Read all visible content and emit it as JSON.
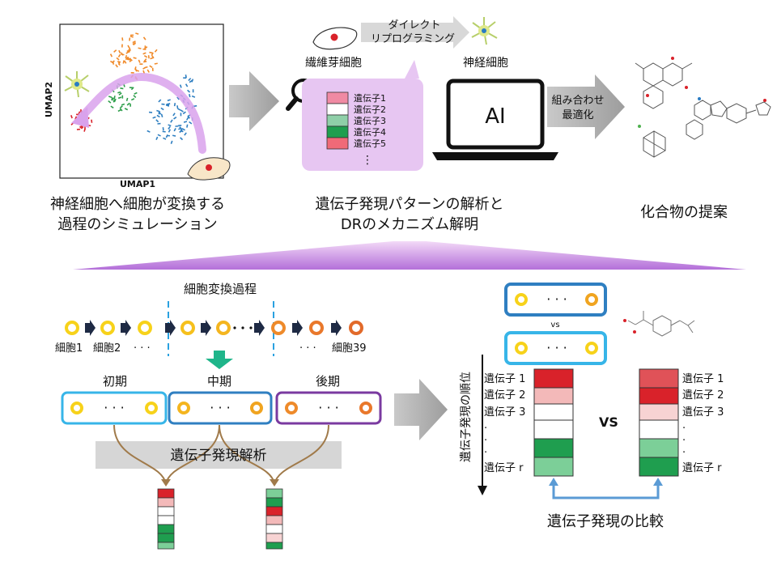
{
  "top": {
    "umap": {
      "ylabel": "UMAP2",
      "xlabel": "UMAP1"
    },
    "caption_left": [
      "神経細胞へ細胞が変換する",
      "過程のシミュレーション"
    ],
    "reprogramming": {
      "from_label": "繊維芽細胞",
      "arrow_text": [
        "ダイレクト",
        "リプログラミング"
      ],
      "to_label": "神経細胞"
    },
    "gene_list": [
      "遺伝子1",
      "遺伝子2",
      "遺伝子3",
      "遺伝子4",
      "遺伝子5"
    ],
    "gene_list_more": "⋮",
    "ai_label": "AI",
    "optimize_arrow": [
      "組み合わせ",
      "最適化"
    ],
    "caption_middle": [
      "遺伝子発現パターンの解析と",
      "DRのメカニズム解明"
    ],
    "caption_right": "化合物の提案"
  },
  "bottom": {
    "process_title": "細胞変換過程",
    "cell_start": "細胞1",
    "cell_second": "細胞2",
    "cell_dots": "· · ·",
    "cell_end_dots": "· · ·",
    "cell_end": "細胞39",
    "phases": [
      "初期",
      "中期",
      "後期"
    ],
    "group_dots": "· · ·",
    "analysis_label": "遺伝子発現解析",
    "rank_axis_label": "遺伝子発現の順位",
    "vs_small": "vs",
    "vs_big": "VS",
    "rank_genes": [
      "遺伝子 1",
      "遺伝子 2",
      "遺伝子 3",
      "·",
      "·",
      "·",
      "遺伝子 r"
    ],
    "rank_genes_right": [
      "遺伝子 1",
      "遺伝子 2",
      "遺伝子 3",
      "·",
      "·",
      "·",
      "遺伝子 r"
    ],
    "compare_caption": "遺伝子発現の比較"
  },
  "colors": {
    "red": "#d9222a",
    "pink": "#f3b9b9",
    "light_pink": "#f7d3d3",
    "green": "#1f9e4f",
    "light_green": "#7ccf98",
    "blue_box": "#2f7fc1",
    "purple_box": "#7a3aa0",
    "cyan_box": "#37b5e8",
    "yellow_cell": "#f7d21a",
    "orange_cell": "#e9782b",
    "gray_arrow": "#b5b5b5",
    "lavender": "#e9c7f0",
    "teal_arrow": "#1fb58a"
  }
}
